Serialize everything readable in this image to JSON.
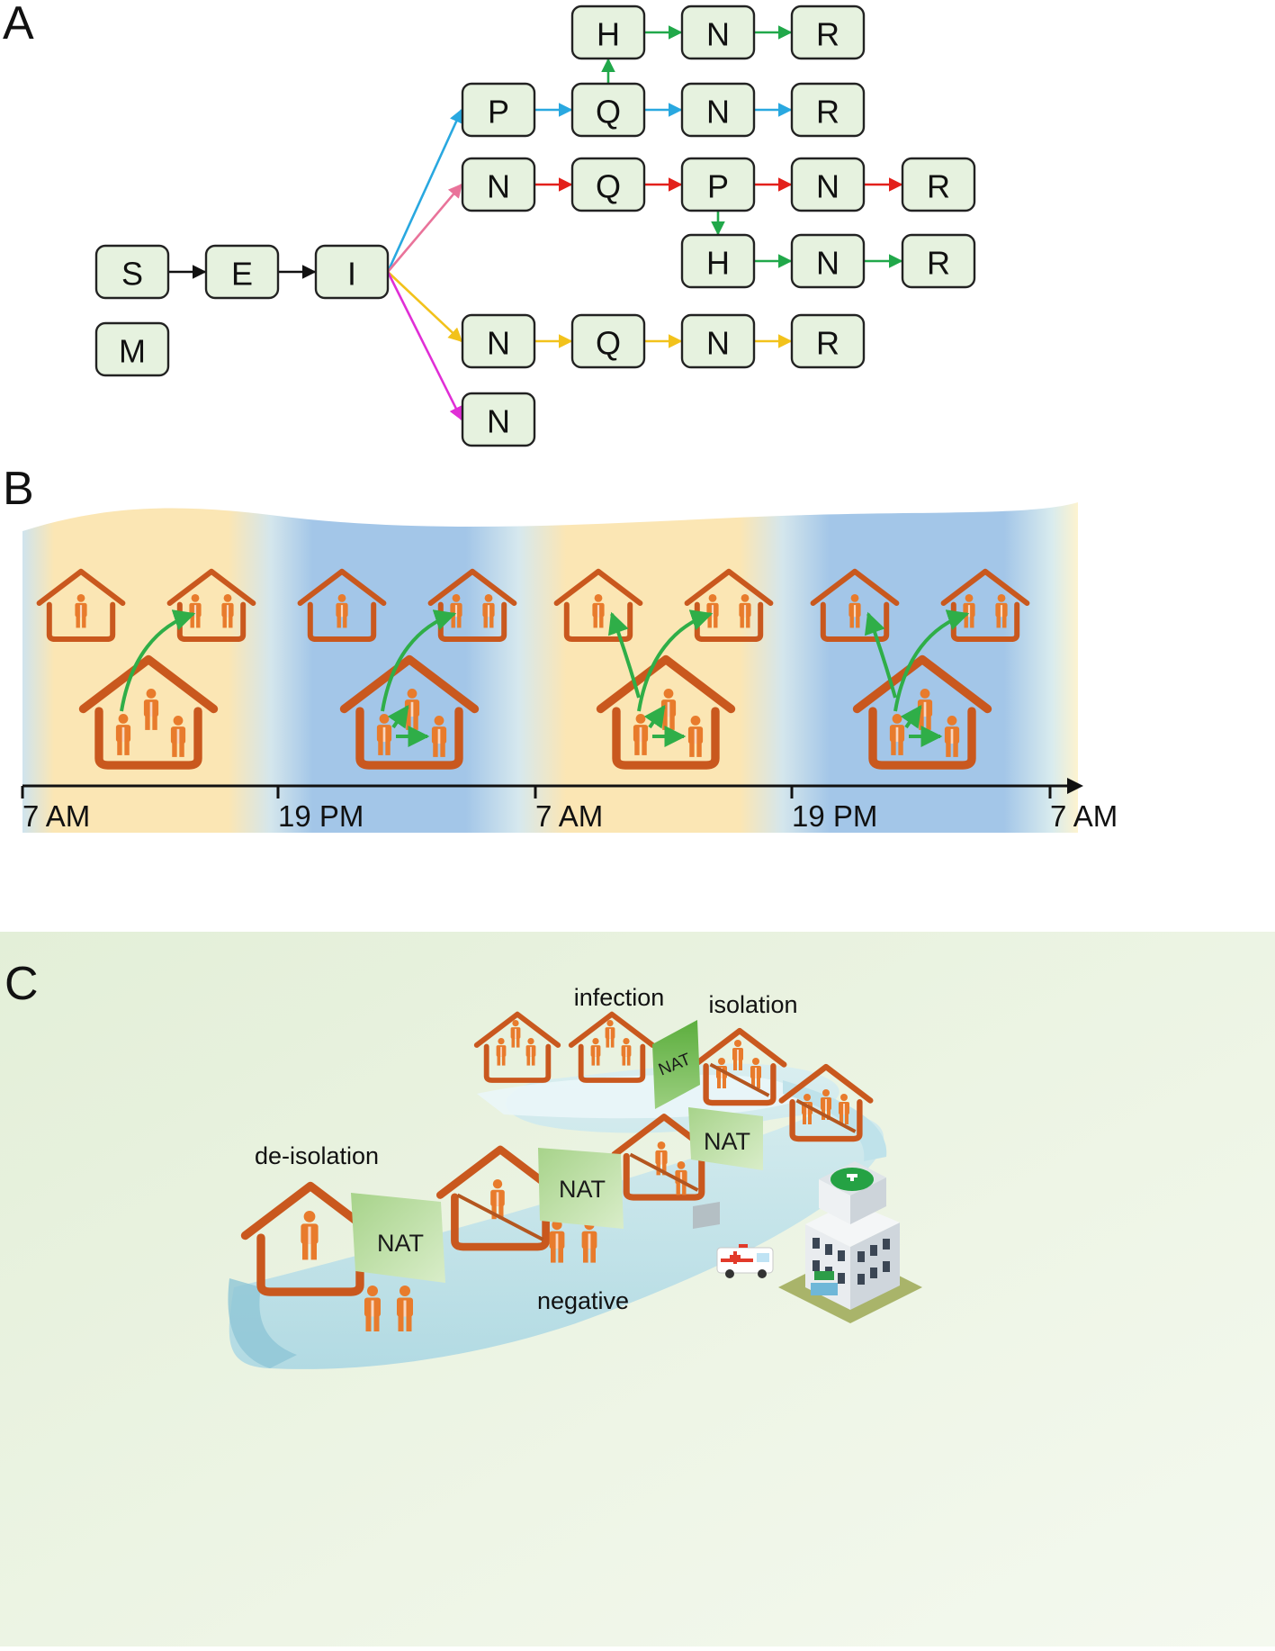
{
  "panels": {
    "a": "A",
    "b": "B",
    "c": "C"
  },
  "flow": {
    "nodes": [
      {
        "id": "S",
        "label": "S"
      },
      {
        "id": "E",
        "label": "E"
      },
      {
        "id": "I",
        "label": "I"
      },
      {
        "id": "M",
        "label": "M"
      },
      {
        "id": "b1p",
        "label": "P"
      },
      {
        "id": "b1q",
        "label": "Q"
      },
      {
        "id": "b1n",
        "label": "N"
      },
      {
        "id": "b1r",
        "label": "R"
      },
      {
        "id": "b1h",
        "label": "H"
      },
      {
        "id": "b1hn",
        "label": "N"
      },
      {
        "id": "b1hr",
        "label": "R"
      },
      {
        "id": "b2n",
        "label": "N"
      },
      {
        "id": "b2q",
        "label": "Q"
      },
      {
        "id": "b2p",
        "label": "P"
      },
      {
        "id": "b2n2",
        "label": "N"
      },
      {
        "id": "b2r",
        "label": "R"
      },
      {
        "id": "b2h",
        "label": "H"
      },
      {
        "id": "b2hn",
        "label": "N"
      },
      {
        "id": "b2hr",
        "label": "R"
      },
      {
        "id": "b3n",
        "label": "N"
      },
      {
        "id": "b3q",
        "label": "Q"
      },
      {
        "id": "b3n2",
        "label": "N"
      },
      {
        "id": "b3r",
        "label": "R"
      },
      {
        "id": "b4n",
        "label": "N"
      }
    ],
    "edges": [
      {
        "from": "S",
        "to": "E",
        "color": "#111111"
      },
      {
        "from": "E",
        "to": "I",
        "color": "#111111"
      },
      {
        "from": "I",
        "to": "b1p",
        "color": "#29a8e0"
      },
      {
        "from": "b1p",
        "to": "b1q",
        "color": "#29a8e0"
      },
      {
        "from": "b1q",
        "to": "b1n",
        "color": "#29a8e0"
      },
      {
        "from": "b1n",
        "to": "b1r",
        "color": "#29a8e0"
      },
      {
        "from": "b1q",
        "to": "b1h",
        "color": "#21a84a"
      },
      {
        "from": "b1h",
        "to": "b1hn",
        "color": "#21a84a"
      },
      {
        "from": "b1hn",
        "to": "b1hr",
        "color": "#21a84a"
      },
      {
        "from": "I",
        "to": "b2n",
        "color": "#e9739a"
      },
      {
        "from": "b2n",
        "to": "b2q",
        "color": "#e3201b"
      },
      {
        "from": "b2q",
        "to": "b2p",
        "color": "#e3201b"
      },
      {
        "from": "b2p",
        "to": "b2n2",
        "color": "#e3201b"
      },
      {
        "from": "b2n2",
        "to": "b2r",
        "color": "#e3201b"
      },
      {
        "from": "b2p",
        "to": "b2h",
        "color": "#21a84a"
      },
      {
        "from": "b2h",
        "to": "b2hn",
        "color": "#21a84a"
      },
      {
        "from": "b2hn",
        "to": "b2hr",
        "color": "#21a84a"
      },
      {
        "from": "I",
        "to": "b3n",
        "color": "#f2c21b"
      },
      {
        "from": "b3n",
        "to": "b3q",
        "color": "#f2c21b"
      },
      {
        "from": "b3q",
        "to": "b3n2",
        "color": "#f2c21b"
      },
      {
        "from": "b3n2",
        "to": "b3r",
        "color": "#f2c21b"
      },
      {
        "from": "I",
        "to": "b4n",
        "color": "#e02fd6"
      }
    ]
  },
  "timeline": {
    "ticks": [
      "7 AM",
      "19 PM",
      "7 AM",
      "19 PM",
      "7 AM"
    ],
    "day_color": "#fce9b8",
    "night_color": "#9fc4e6",
    "arrow_color": "#2fae48",
    "person_color": "#e87b2c",
    "house_color": "#c9581e"
  },
  "scenario": {
    "labels": {
      "infection": "infection",
      "isolation": "isolation",
      "de_isolation": "de-isolation",
      "negative": "negative"
    },
    "nat_cards": [
      "NAT",
      "NAT",
      "NAT",
      "NAT"
    ],
    "hospital_icon": "hospital-building-icon",
    "ambulance_icon": "ambulance-icon"
  }
}
